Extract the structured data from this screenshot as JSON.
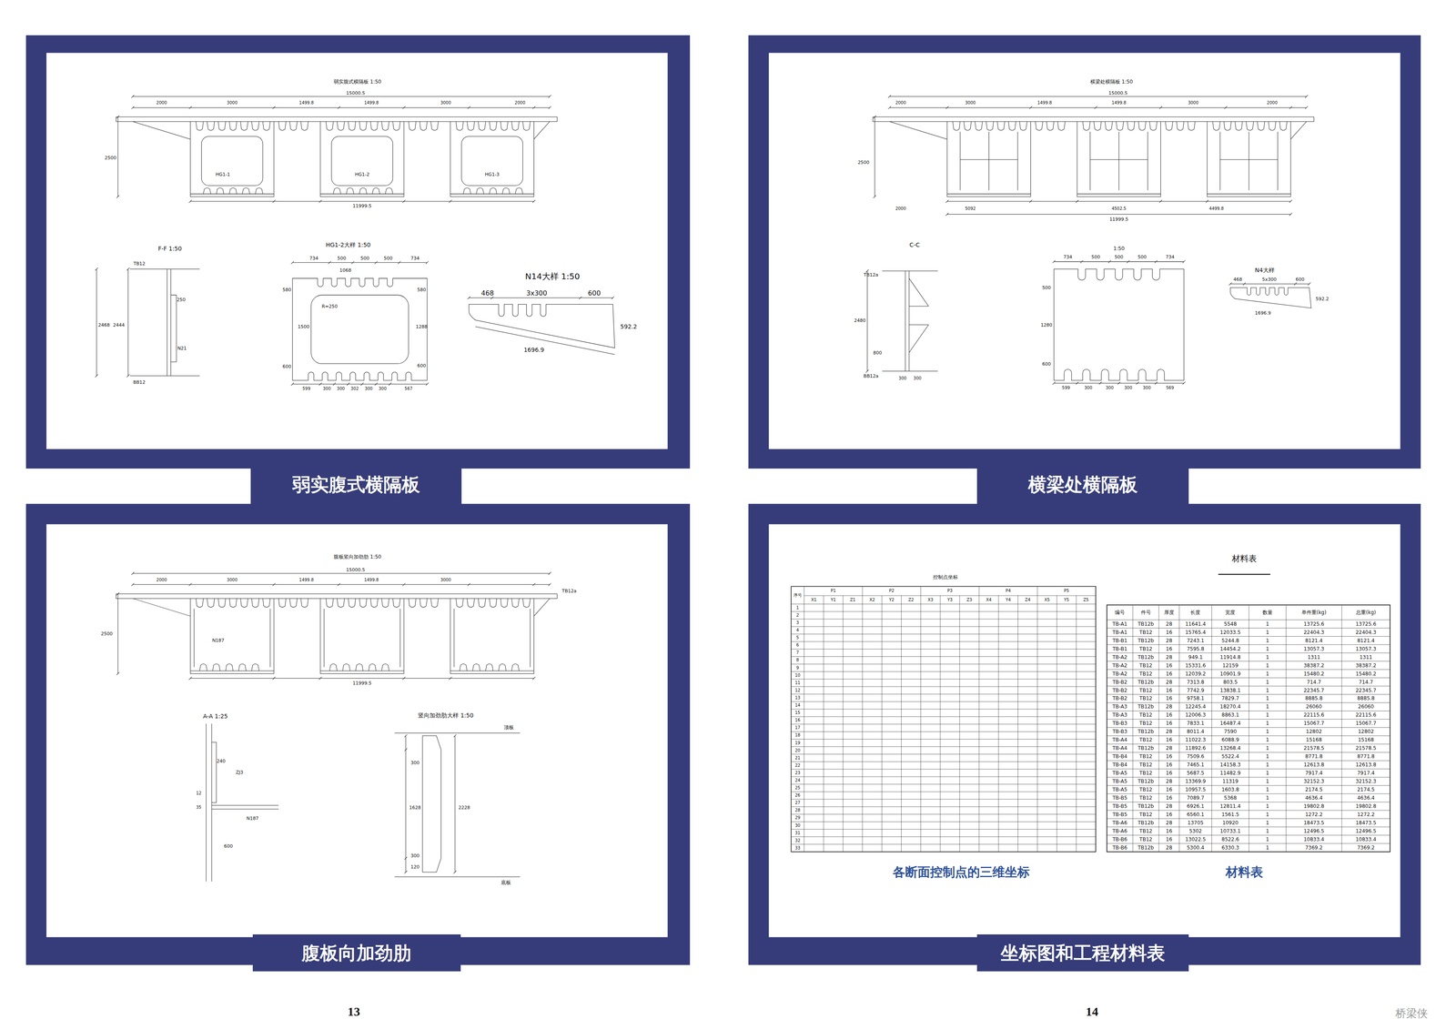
{
  "diagram": {
    "nodes": [
      {
        "text": [
          "弱实腹式横隔板"
        ]
      },
      {
        "text": [
          "横梁处横隔板"
        ]
      },
      {
        "text": [
          "腹板向加劲肋"
        ]
      },
      {
        "text": [
          "坐标图和工程材料表"
        ]
      }
    ],
    "labels": [
      "弱实腹式横隔板 1:50",
      "15000.5",
      "2000",
      "3000",
      "1499.8",
      "1499.8",
      "3000",
      "2000",
      "HG1-1",
      "HG1-2",
      "HG1-3",
      "11999.5",
      "2500",
      "F-F 1:50",
      "TB12",
      "BB12",
      "2468",
      "2444",
      "250",
      "N21",
      "HG1-2大样 1:50",
      "734",
      "500",
      "500",
      "500",
      "734",
      "1068",
      "R=250",
      "580",
      "1500",
      "600",
      "580",
      "1288",
      "600",
      "599",
      "300",
      "300",
      "302",
      "300",
      "300",
      "567",
      "N14大样 1:50",
      "468",
      "3x300",
      "600",
      "1696.9",
      "592.2",
      "横梁处横隔板 1:50",
      "15000.5",
      "2000",
      "3000",
      "1499.8",
      "1499.8",
      "3000",
      "2000",
      "2500",
      "2000",
      "5092",
      "4502.5",
      "4499.8",
      "11999.5",
      "C-C",
      "TB12a",
      "BB12a",
      "2480",
      "800",
      "300",
      "300",
      "1:50",
      "734",
      "500",
      "500",
      "500",
      "734",
      "500",
      "1280",
      "600",
      "599",
      "300",
      "300",
      "300",
      "300",
      "569",
      "N4大样",
      "468",
      "5x300",
      "600",
      "1696.9",
      "592.2",
      "腹板竖向加劲肋 1:50",
      "15000.5",
      "2000",
      "3000",
      "1499.8",
      "1499.8",
      "3000",
      "TB12a",
      "2500",
      "N187",
      "11999.5",
      "A-A 1:25",
      "240",
      "ZJ3",
      "12",
      "35",
      "N187",
      "600",
      "竖向加劲肋大样 1:50",
      "顶板",
      "300",
      "1628",
      "300",
      "120",
      "2228",
      "底板",
      "控制点坐标",
      "各断面控制点的三维坐标",
      "材料表",
      "材料表",
      "13",
      "14",
      "桥梁侠",
      "序号",
      "P1",
      "P2",
      "P3",
      "P4",
      "P5",
      "X1",
      "Y1",
      "Z1",
      "X2",
      "Y2",
      "Z2",
      "X3",
      "Y3",
      "Z3",
      "X4",
      "Y4",
      "Z4",
      "X5",
      "Y5",
      "Z5",
      "1",
      "2",
      "3",
      "4",
      "5",
      "6",
      "7",
      "8",
      "9",
      "10",
      "11",
      "12",
      "13",
      "14",
      "15",
      "16",
      "17",
      "18",
      "19",
      "20",
      "21",
      "22",
      "23",
      "24",
      "25",
      "26",
      "27",
      "28",
      "29",
      "30",
      "31",
      "32",
      "33",
      "编号",
      "件号",
      "厚度",
      "长度",
      "宽度",
      "数量",
      "单件重(kg)",
      "总重(kg)",
      "TB-A1",
      "TB12b",
      "28",
      "11641.4",
      "5548",
      "1",
      "13725.6",
      "13725.6",
      "TB-A1",
      "TB12",
      "16",
      "15765.4",
      "12033.5",
      "1",
      "22404.3",
      "22404.3",
      "TB-B1",
      "TB12b",
      "28",
      "7243.1",
      "5244.8",
      "1",
      "8121.4",
      "8121.4",
      "TB-B1",
      "TB12",
      "16",
      "7595.8",
      "14454.2",
      "1",
      "13057.3",
      "13057.3",
      "TB-A2",
      "TB12b",
      "28",
      "949.1",
      "11914.8",
      "1",
      "1311",
      "1311",
      "TB-A2",
      "TB12",
      "16",
      "15331.6",
      "12159",
      "1",
      "38387.2",
      "38387.2",
      "TB-A2",
      "TB12",
      "16",
      "12039.2",
      "10901.9",
      "1",
      "15480.2",
      "15480.2",
      "TB-B2",
      "TB12b",
      "28",
      "7313.8",
      "803.5",
      "1",
      "714.7",
      "714.7",
      "TB-B2",
      "TB12",
      "16",
      "7742.9",
      "13838.1",
      "1",
      "22345.7",
      "22345.7",
      "TB-B2",
      "TB12",
      "16",
      "9758.1",
      "7829.7",
      "1",
      "8885.8",
      "8885.8",
      "TB-A3",
      "TB12b",
      "28",
      "12245.4",
      "18270.4",
      "1",
      "26060",
      "26060",
      "TB-A3",
      "TB12",
      "16",
      "12006.3",
      "8863.1",
      "1",
      "22115.6",
      "22115.6",
      "TB-B3",
      "TB12",
      "16",
      "7833.1",
      "16487.4",
      "1",
      "15067.7",
      "15067.7",
      "TB-B3",
      "TB12b",
      "28",
      "8011.4",
      "7590",
      "1",
      "12802",
      "12802",
      "TB-A4",
      "TB12",
      "16",
      "11022.3",
      "6088.9",
      "1",
      "15168",
      "15168",
      "TB-A4",
      "TB12b",
      "28",
      "11892.6",
      "13268.4",
      "1",
      "21578.5",
      "21578.5",
      "TB-B4",
      "TB12",
      "16",
      "7509.6",
      "5522.4",
      "1",
      "8771.8",
      "8771.8",
      "TB-B4",
      "TB12",
      "16",
      "7465.1",
      "14158.3",
      "1",
      "12613.8",
      "12613.8",
      "TB-A5",
      "TB12",
      "16",
      "5687.5",
      "11482.9",
      "1",
      "7917.4",
      "7917.4",
      "TB-A5",
      "TB12b",
      "28",
      "13369.9",
      "11319",
      "1",
      "32152.3",
      "32152.3",
      "TB-A5",
      "TB12",
      "16",
      "10957.5",
      "1603.8",
      "1",
      "2174.5",
      "2174.5",
      "TB-B5",
      "TB12",
      "16",
      "7089.7",
      "5368",
      "1",
      "4636.4",
      "4636.4",
      "TB-B5",
      "TB12b",
      "28",
      "6926.1",
      "12811.4",
      "1",
      "19802.8",
      "19802.8",
      "TB-B5",
      "TB12",
      "16",
      "6560.1",
      "1561.5",
      "1",
      "1272.2",
      "1272.2",
      "TB-A6",
      "TB12b",
      "28",
      "13705",
      "10920",
      "1",
      "18473.5",
      "18473.5",
      "TB-A6",
      "TB12",
      "16",
      "5302",
      "10733.1",
      "1",
      "12496.5",
      "12496.5",
      "TB-B6",
      "TB12",
      "16",
      "13022.5",
      "8522.6",
      "1",
      "10833.4",
      "10833.4",
      "TB-B6",
      "TB12b",
      "28",
      "5300.4",
      "6330.3",
      "1",
      "7369.2",
      "7369.2"
    ]
  }
}
